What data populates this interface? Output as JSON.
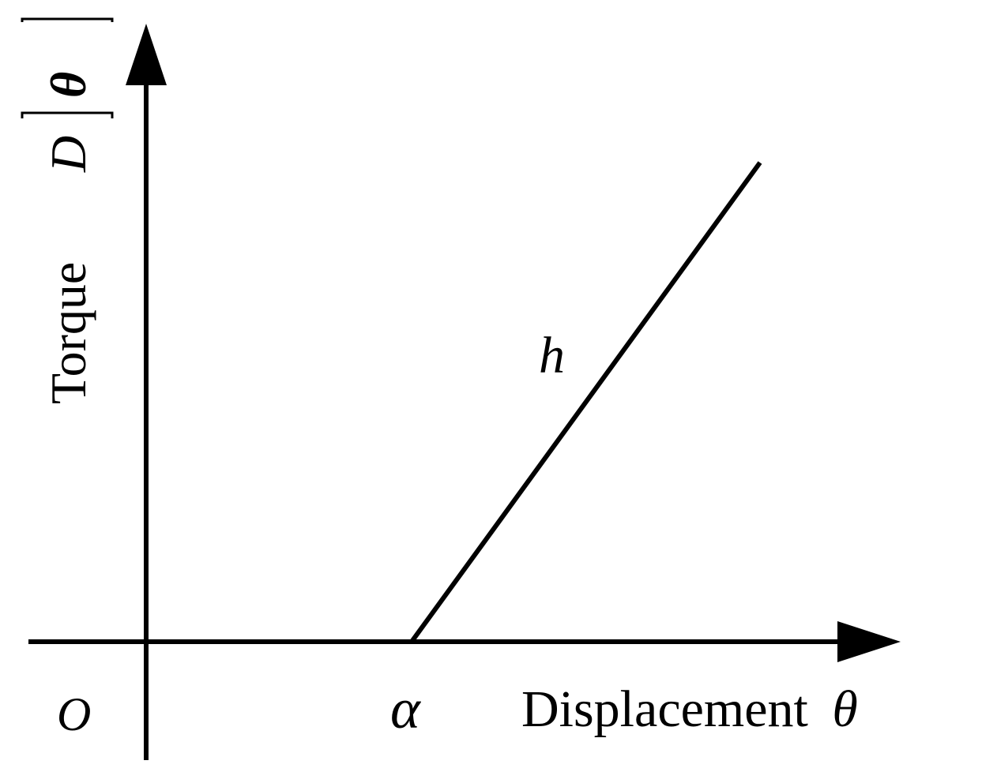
{
  "diagram": {
    "origin_label": "O",
    "x_axis": {
      "label_text": "Displacement",
      "label_symbol": "θ"
    },
    "y_axis": {
      "label_text": "Torque",
      "label_func": "D",
      "label_arg": "θ"
    },
    "threshold_label": "α",
    "slope_label": "h",
    "line_color": "#000000"
  }
}
